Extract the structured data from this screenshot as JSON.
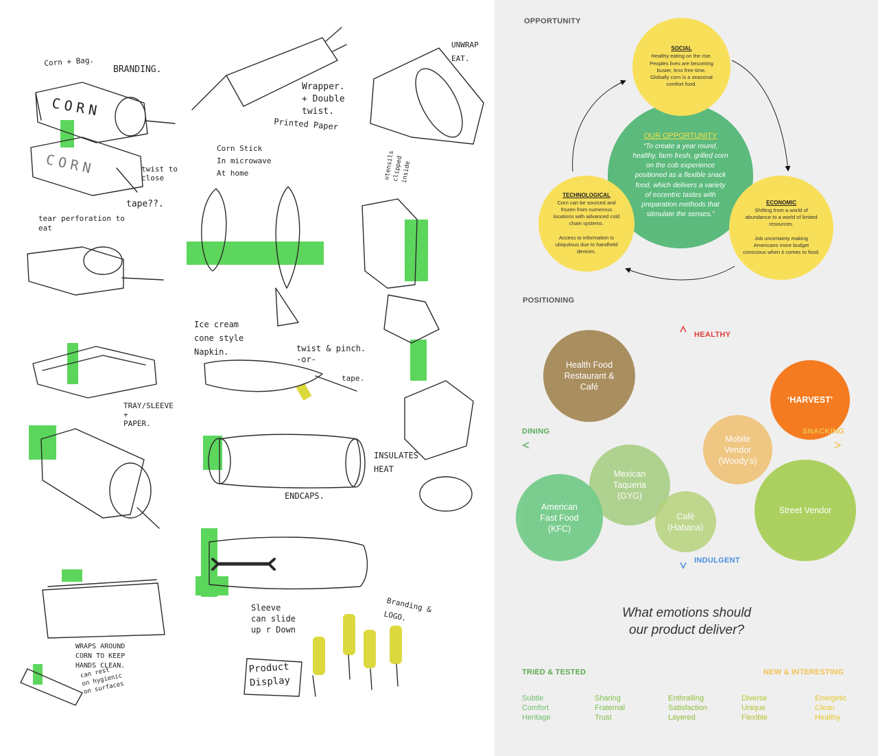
{
  "sketches": {
    "labels": [
      {
        "id": "corn-bag",
        "text": "Corn + Bag."
      },
      {
        "id": "branding",
        "text": "BRANDING."
      },
      {
        "id": "corn-print-1",
        "text": "CORN"
      },
      {
        "id": "corn-print-2",
        "text": "CORN"
      },
      {
        "id": "twist-to-close",
        "text": "twist to\nclose"
      },
      {
        "id": "tape",
        "text": "tape??."
      },
      {
        "id": "tear-perforation",
        "text": "tear perforation to\neat"
      },
      {
        "id": "wrapper",
        "text": "Wrapper.\n+ Double\ntwist."
      },
      {
        "id": "printed-paper",
        "text": "Printed Paper"
      },
      {
        "id": "corn-stick",
        "text": "Corn Stick\nIn microwave\nAt home"
      },
      {
        "id": "unwrap-eat",
        "text": "UNWRAP\nEAT."
      },
      {
        "id": "utensils",
        "text": "utensils\nclipped\ninside"
      },
      {
        "id": "ice-cream-cone",
        "text": "Ice cream\ncone style\nNapkin."
      },
      {
        "id": "twist-pinch",
        "text": "twist & pinch.\n-or-"
      },
      {
        "id": "tape-2",
        "text": "tape."
      },
      {
        "id": "tray-sleeve",
        "text": "TRAY/SLEEVE\n+\nPAPER."
      },
      {
        "id": "insulates-heat",
        "text": "INSULATES\nHEAT"
      },
      {
        "id": "endcaps",
        "text": "ENDCAPS."
      },
      {
        "id": "sleeve-slide",
        "text": "Sleeve\ncan slide\nup r Down"
      },
      {
        "id": "branding-logo",
        "text": "Branding &\nLOGO."
      },
      {
        "id": "wraps-around",
        "text": "WRAPS AROUND\nCORN TO KEEP\nHANDS CLEAN."
      },
      {
        "id": "can-rest",
        "text": "can rest\non hygienic\non surfaces"
      },
      {
        "id": "product-display",
        "text": "Product\nDisplay"
      }
    ]
  },
  "opportunity": {
    "heading": "OPPORTUNITY",
    "social": {
      "title": "SOCIAL",
      "text": "Healthy eating on the rise.\nPeoples lives are becoming\nbusier, less free time.\nGlobally corn is a seasonal\ncomfort food."
    },
    "technological": {
      "title": "TECHNOLOGICAL",
      "text": "Corn can be sourced and\nfrozen from numerous\nlocations with advanced cold\nchain systems.\n\nAccess to information is\nubiquitous due to handheld\ndevices."
    },
    "economic": {
      "title": "ECONOMIC",
      "text": "Shifting from a world of\nabundance to a world of limited\nresources.\n\nJob uncertainty making\nAmericans more budget\nconscious when it comes to food."
    },
    "center": {
      "title": "OUR OPPORTUNITY",
      "text": "“To create a year round,\nhealthy, farm fresh, grilled corn\non the cob experience\npositioned as a flexible snack\nfood, which delivers a variety\nof eccentric tastes with\npreparation methods that\nstimulate the senses.”"
    }
  },
  "positioning": {
    "heading": "POSITIONING",
    "axes": {
      "top": "HEALTHY",
      "bottom": "INDULGENT",
      "left": "DINING",
      "right": "SNACKING"
    },
    "bubbles": [
      {
        "id": "health-food",
        "label": "Health Food\nRestaurant &\nCafé",
        "color": "#a98e5f",
        "opacity": 1
      },
      {
        "id": "harvest",
        "label": "‘HARVEST’",
        "color": "#f47b20",
        "opacity": 1
      },
      {
        "id": "mobile-vendor",
        "label": "Mobile\nVendor\n(Woody’s)",
        "color": "#efc070",
        "opacity": 0.85
      },
      {
        "id": "mexican-taqueria",
        "label": "Mexican\nTaqueria\n(GYG)",
        "color": "#a4cc7f",
        "opacity": 0.85
      },
      {
        "id": "american-fast-food",
        "label": "American\nFast Food\n(KFC)",
        "color": "#75cc8a",
        "opacity": 0.95
      },
      {
        "id": "cafe-habana",
        "label": "Café\n(Habana)",
        "color": "#b7d27d",
        "opacity": 0.85
      },
      {
        "id": "street-vendor",
        "label": "Street Vendor",
        "color": "#a8cf58",
        "opacity": 0.95
      }
    ]
  },
  "emotions": {
    "question": "What emotions should\nour product deliver?",
    "left_label": "TRIED & TESTED",
    "right_label": "NEW & INTERESTING",
    "columns": [
      {
        "words": [
          "Subtle",
          "Comfort",
          "Heritage"
        ],
        "color": "#6fbf6a"
      },
      {
        "words": [
          "Sharing",
          "Fraternal",
          "Trust"
        ],
        "color": "#7dbf4a"
      },
      {
        "words": [
          "Enthralling",
          "Satisfaction",
          "Layered"
        ],
        "color": "#8fbf3a"
      },
      {
        "words": [
          "Diverse",
          "Unique",
          "Flexible"
        ],
        "color": "#b4c230"
      },
      {
        "words": [
          "Energetic",
          "Clean",
          "Healthy"
        ],
        "color": "#e6c62a"
      }
    ]
  },
  "colors": {
    "healthy": "#e23b3b",
    "indulgent": "#4a8ee0",
    "dining": "#5aaa5e",
    "snacking": "#f2c14e",
    "tried": "#5aa84e",
    "new": "#f2c14e"
  }
}
